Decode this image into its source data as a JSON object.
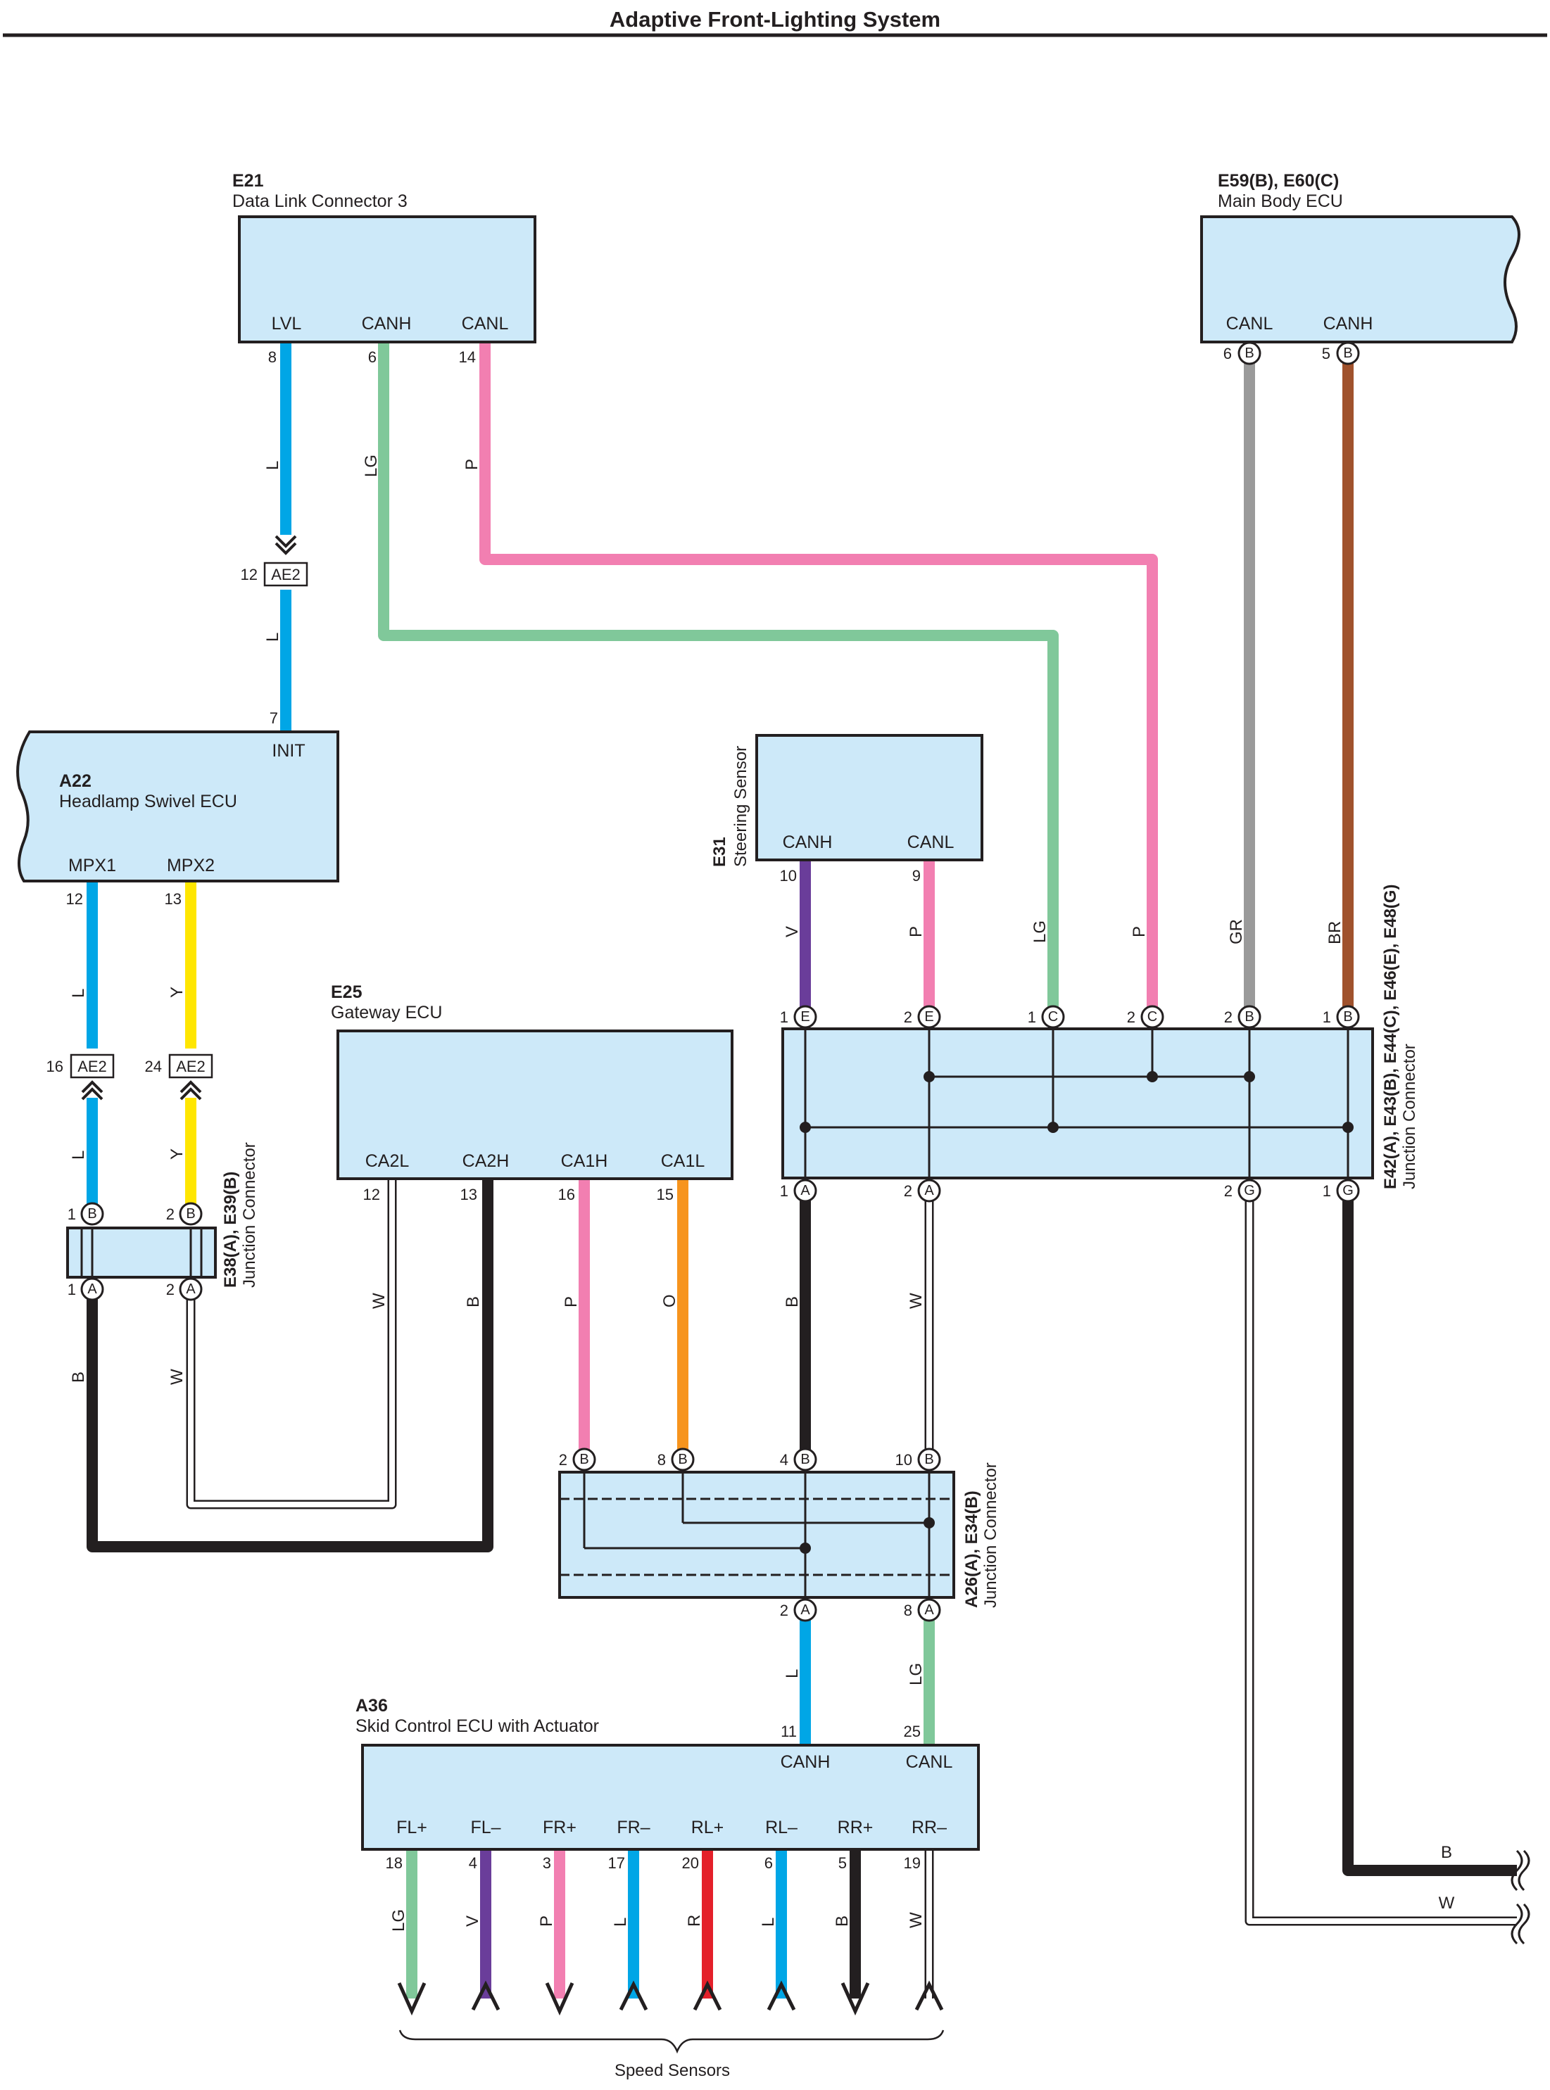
{
  "title": "Adaptive Front-Lighting System",
  "colors": {
    "L": "#00a6e6",
    "LG": "#80c89a",
    "P": "#f27fb1",
    "GR": "#9a9a9a",
    "BR": "#a0522d",
    "Y": "#ffe600",
    "B": "#231f20",
    "W": "#ffffff",
    "O": "#f7941d",
    "V": "#6a3d9a",
    "R": "#e4202a",
    "box_fill": "#cde9f9"
  },
  "components": {
    "e21": {
      "code": "E21",
      "name": "Data Link Connector 3",
      "terms": [
        "LVL",
        "CANH",
        "CANL"
      ],
      "pins": [
        "8",
        "6",
        "14"
      ]
    },
    "e59": {
      "code": "E59(B), E60(C)",
      "name": "Main Body ECU",
      "terms": [
        "CANL",
        "CANH"
      ],
      "pins": [
        "6",
        "5"
      ],
      "conn": [
        "B",
        "B"
      ]
    },
    "a22": {
      "code": "A22",
      "name": "Headlamp Swivel ECU",
      "init": "INIT",
      "init_pin": "7",
      "terms": [
        "MPX1",
        "MPX2"
      ],
      "pins": [
        "12",
        "13"
      ]
    },
    "e31": {
      "code": "E31",
      "name": "Steering Sensor",
      "terms": [
        "CANH",
        "CANL"
      ],
      "pins": [
        "10",
        "9"
      ]
    },
    "e25": {
      "code": "E25",
      "name": "Gateway ECU",
      "terms": [
        "CA2L",
        "CA2H",
        "CA1H",
        "CA1L"
      ],
      "pins": [
        "12",
        "13",
        "16",
        "15"
      ]
    },
    "a36": {
      "code": "A36",
      "name": "Skid Control ECU with Actuator",
      "can_terms": [
        "CANH",
        "CANL"
      ],
      "can_pins": [
        "11",
        "25"
      ],
      "terms": [
        "FL+",
        "FL–",
        "FR+",
        "FR–",
        "RL+",
        "RL–",
        "RR+",
        "RR–"
      ],
      "pins": [
        "18",
        "4",
        "3",
        "17",
        "20",
        "6",
        "5",
        "19"
      ],
      "wires": [
        "LG",
        "V",
        "P",
        "L",
        "R",
        "L",
        "B",
        "W"
      ]
    },
    "jc_e42": {
      "code": "E42(A), E43(B), E44(C), E46(E), E48(G)",
      "name": "Junction Connector",
      "top_pins": [
        "1",
        "2",
        "1",
        "2",
        "2",
        "1"
      ],
      "top_conn": [
        "E",
        "E",
        "C",
        "C",
        "B",
        "B"
      ],
      "bottom_pins": [
        "1",
        "2",
        "2",
        "1"
      ],
      "bottom_conn": [
        "A",
        "A",
        "G",
        "G"
      ]
    },
    "jc_e38": {
      "code": "E38(A), E39(B)",
      "name": "Junction Connector",
      "top_pins": [
        "1",
        "2"
      ],
      "top_conn": [
        "B",
        "B"
      ],
      "bottom_pins": [
        "1",
        "2"
      ],
      "bottom_conn": [
        "A",
        "A"
      ]
    },
    "jc_a26": {
      "code": "A26(A), E34(B)",
      "name": "Junction Connector",
      "top_pins": [
        "2",
        "8",
        "4",
        "10"
      ],
      "top_conn": [
        "B",
        "B",
        "B",
        "B"
      ],
      "bottom_pins": [
        "2",
        "8"
      ],
      "bottom_conn": [
        "A",
        "A"
      ]
    }
  },
  "inline": {
    "label": "AE2",
    "pins": [
      "12",
      "16",
      "24"
    ]
  },
  "wire_labels": {
    "lvl": "L",
    "canh_dlc": "LG",
    "canl_dlc": "P",
    "lvl2": "L",
    "mpx1": "L",
    "mpx2": "Y",
    "mpx1b": "L",
    "mpx2b": "Y",
    "e38a1": "B",
    "e38a2": "W",
    "e31h": "V",
    "e31l": "P",
    "jlg": "LG",
    "jp": "P",
    "jgr": "GR",
    "jbr": "BR",
    "ca2l": "W",
    "ca2h": "B",
    "ca1h": "P",
    "ca1l": "O",
    "ja1": "B",
    "ja2": "W",
    "a36h": "L",
    "a36l": "LG",
    "offB": "B",
    "offW": "W"
  },
  "speed_sensors": "Speed Sensors"
}
